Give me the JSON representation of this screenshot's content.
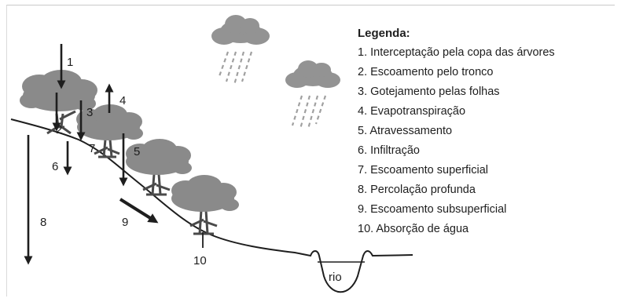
{
  "legend": {
    "title": "Legenda:",
    "items": [
      "1. Interceptação pela copa das árvores",
      "2. Escoamento pelo tronco",
      "3. Gotejamento pelas folhas",
      "4. Evapotranspiração",
      "5. Atravessamento",
      "6. Infiltração",
      "7. Escoamento superficial",
      "8. Percolação profunda",
      "9. Escoamento subsuperficial",
      "10. Absorção de água"
    ]
  },
  "labels": {
    "n1": "1",
    "n2": "2",
    "n3": "3",
    "n4": "4",
    "n5": "5",
    "n6": "6",
    "n7": "7",
    "n8": "8",
    "n9": "9",
    "n10": "10",
    "rio": "rio"
  },
  "colors": {
    "canopy": "#8a8a8a",
    "trunk": "#4a4a4a",
    "cloud": "#939393",
    "rain": "#a0a0a0",
    "ink": "#1e1e1e"
  }
}
